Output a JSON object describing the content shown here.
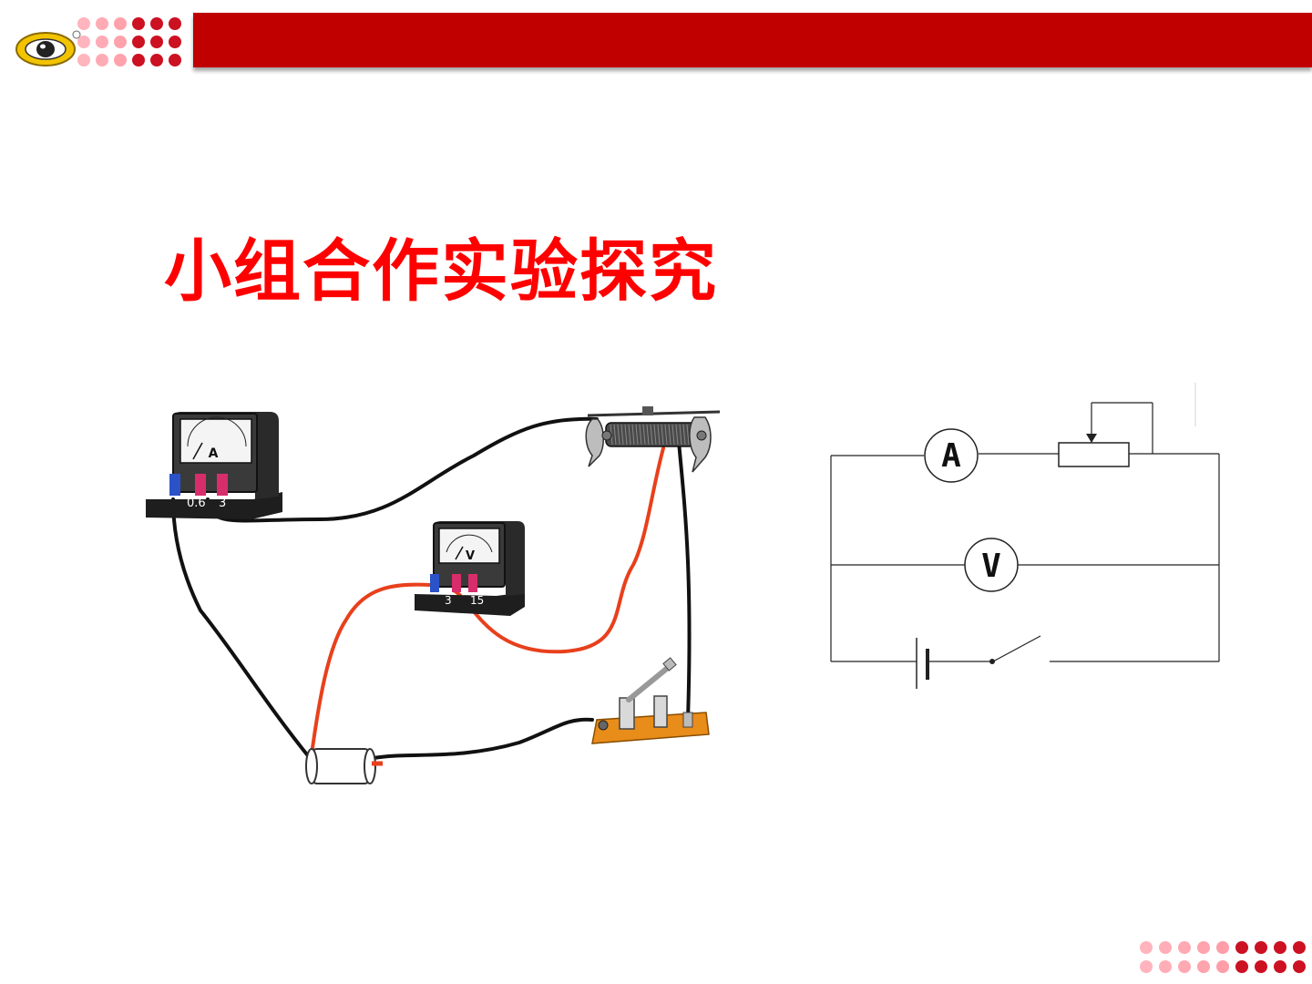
{
  "title": "小组合作实验探究",
  "colors": {
    "accent_red": "#c00000",
    "title_red": "#ff0000",
    "wire_black": "#111111",
    "wire_orange": "#e8401c",
    "switch_base": "#e88c1a"
  },
  "apparatus": {
    "ammeter": {
      "symbol": "A",
      "terminals": [
        "0.6",
        "3"
      ]
    },
    "voltmeter": {
      "symbol": "V",
      "terminals": [
        "3",
        "15"
      ]
    }
  },
  "schematic": {
    "ammeter_symbol": "A",
    "voltmeter_symbol": "V"
  },
  "icons": [
    "logo-icon",
    "dot-grid-icon",
    "ammeter-icon",
    "voltmeter-icon",
    "rheostat-icon",
    "resistor-icon",
    "knife-switch-icon",
    "battery-icon"
  ]
}
